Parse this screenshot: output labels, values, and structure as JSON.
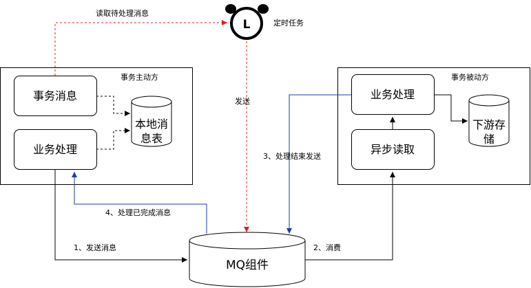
{
  "diagram": {
    "scheduler": {
      "label": "定时任务",
      "icon_letter": "L"
    },
    "active_party": {
      "title": "事务主动方",
      "box1": "事务消息",
      "box2": "业务处理",
      "db_line1": "本地消",
      "db_line2": "息表"
    },
    "passive_party": {
      "title": "事务被动方",
      "box1": "业务处理",
      "box2": "异步读取",
      "db_line1": "下游存",
      "db_line2": "储"
    },
    "mq": {
      "label": "MQ组件"
    },
    "edges": {
      "read_pending": "读取待处理消息",
      "send": "发送",
      "send_message": "1、发送消息",
      "consume": "2、消费",
      "process_done_send": "3、处理结束发送",
      "processed_complete": "4、处理已完成消息"
    },
    "colors": {
      "red_dashed": "#e02020",
      "blue": "#1f3aa8",
      "black": "#000000"
    }
  }
}
